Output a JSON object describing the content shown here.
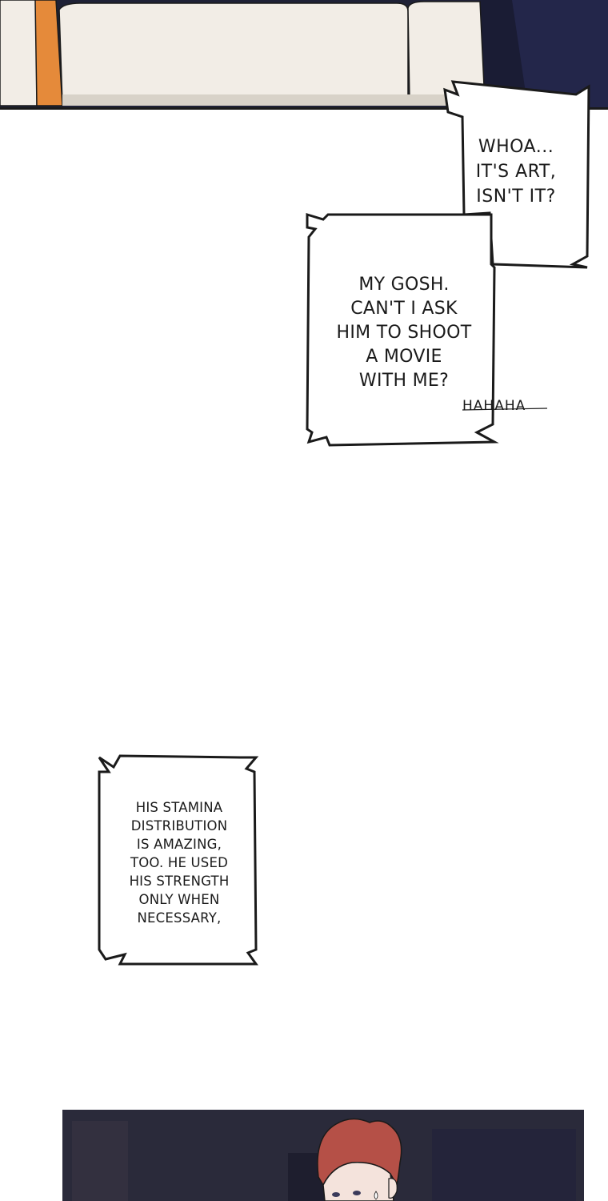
{
  "panels": {
    "top_panel": {
      "scene": "couch-scene"
    },
    "bottom_panel": {
      "scene": "character-scene"
    }
  },
  "bubbles": [
    {
      "id": "bubble-1",
      "text": "WHOA...\nIT'S ART,\nISN'T IT?"
    },
    {
      "id": "bubble-2",
      "text": "MY GOSH.\nCAN'T I ASK\nHIM TO SHOOT\nA MOVIE\nWITH ME?"
    },
    {
      "id": "bubble-3",
      "text": "HIS STAMINA\nDISTRIBUTION\nIS AMAZING,\nTOO. HE USED\nHIS STRENGTH\nONLY WHEN\nNECESSARY,"
    }
  ],
  "sfx": {
    "text": "HAHAHA"
  },
  "colors": {
    "panel_dark": "#1f2136",
    "panel_navy": "#23264a",
    "couch": "#f2ede6",
    "couch_shadow": "#d8d2c8",
    "orange_prop": "#e58a3a",
    "hair": "#b55047",
    "skin": "#f4e3dc",
    "room_dark": "#2a2a3a",
    "bubble_border": "#1a1a1a"
  }
}
